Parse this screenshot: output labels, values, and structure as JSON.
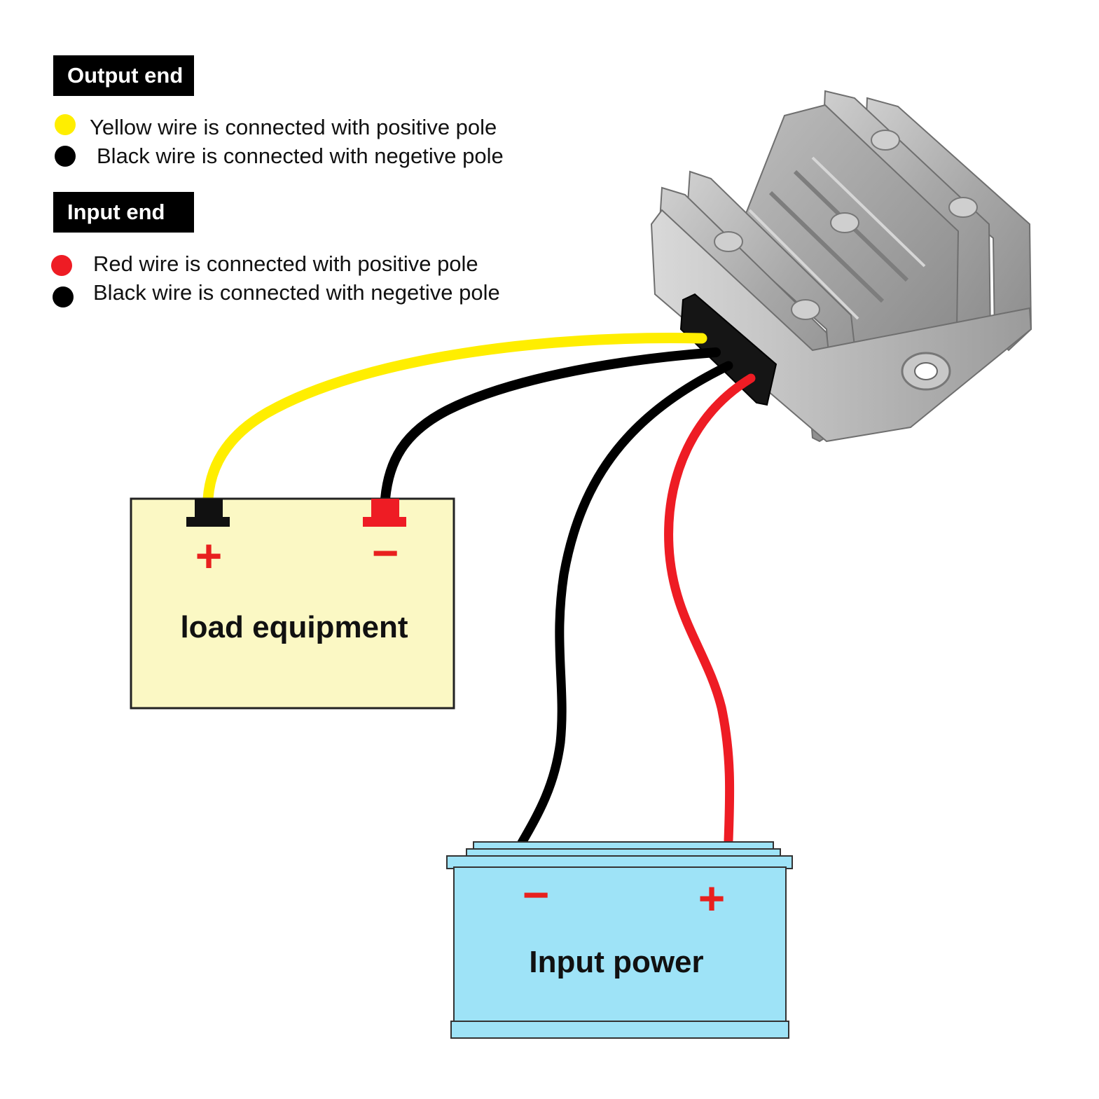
{
  "output_section": {
    "title": "Output end",
    "items": [
      {
        "color": "#ffee00",
        "text": "Yellow wire is connected with positive pole"
      },
      {
        "color": "#000000",
        "text": "Black wire is connected with negetive pole"
      }
    ]
  },
  "input_section": {
    "title": "Input end",
    "items": [
      {
        "color": "#ee1c24",
        "text": "Red wire is connected with positive pole"
      },
      {
        "color": "#000000",
        "text": "Black wire is connected with negetive pole"
      }
    ]
  },
  "load_box": {
    "label": "load equipment",
    "terminals": [
      "+",
      "−"
    ],
    "fill": "#fbf8c4"
  },
  "power_box": {
    "label": "Input power",
    "terminals": [
      "−",
      "+"
    ],
    "fill": "#9ee3f7"
  },
  "colors": {
    "yellow_wire": "#ffee00",
    "black_wire": "#000000",
    "red_wire": "#ee1c24",
    "sign_red": "#e8201e",
    "module_body": "#a9a9a9"
  },
  "icons": {
    "module": "dc-converter-module-icon"
  }
}
